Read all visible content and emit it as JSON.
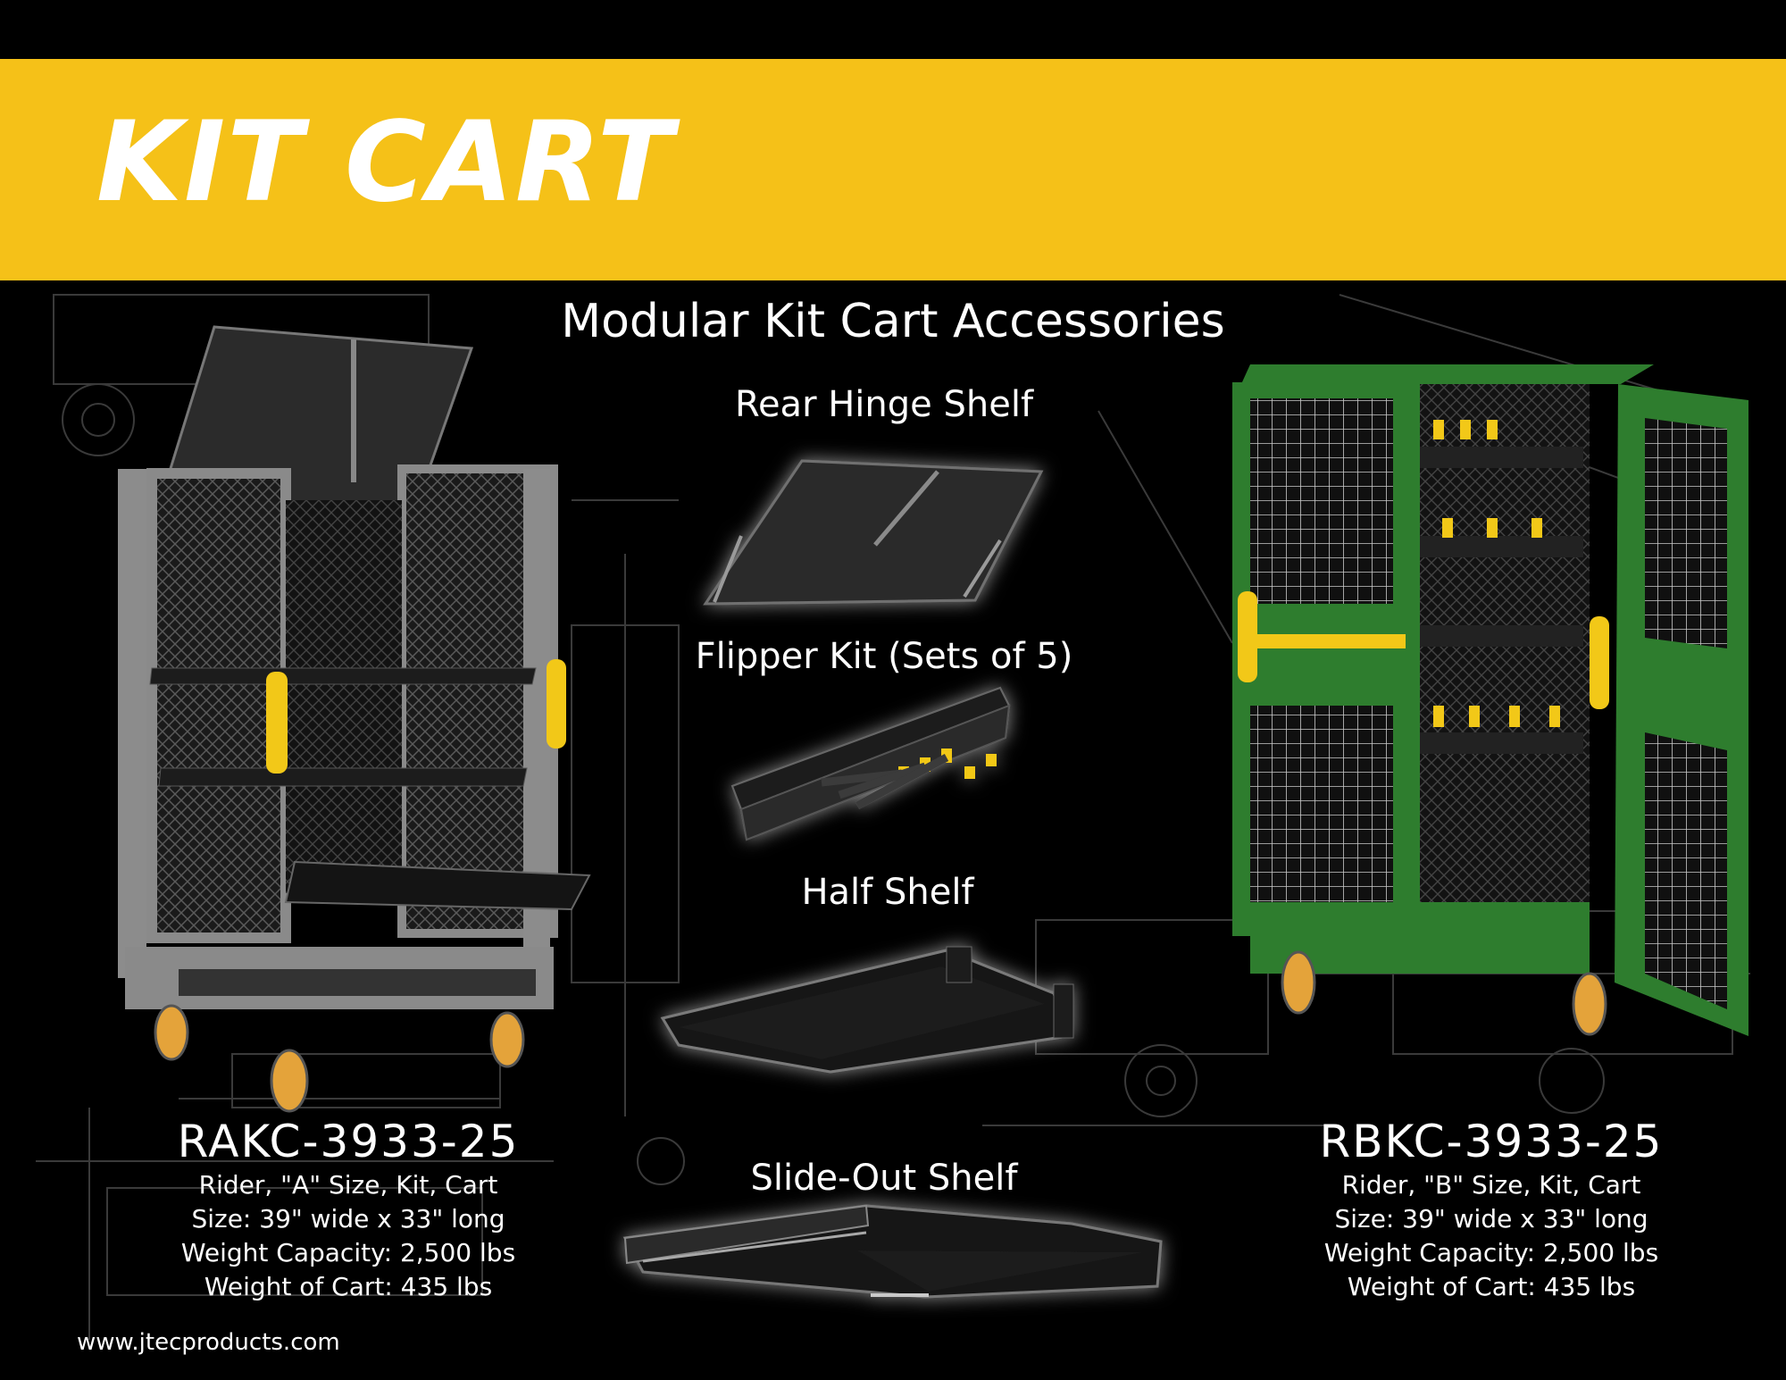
{
  "banner": {
    "title": "KIT CART"
  },
  "section_title": "Modular Kit Cart Accessories",
  "accessories": [
    {
      "label": "Rear Hinge Shelf"
    },
    {
      "label": "Flipper Kit (Sets of 5)"
    },
    {
      "label": "Half Shelf"
    },
    {
      "label": "Slide-Out Shelf"
    }
  ],
  "products": [
    {
      "model": "RAKC-3933-25",
      "specs": [
        "Rider, \"A\" Size, Kit, Cart",
        "Size: 39\" wide x 33\" long",
        "Weight Capacity: 2,500 lbs",
        "Weight of Cart: 435 lbs"
      ],
      "color": "#808080"
    },
    {
      "model": "RBKC-3933-25",
      "specs": [
        "Rider, \"B\" Size, Kit, Cart",
        "Size: 39\" wide x 33\" long",
        "Weight Capacity: 2,500 lbs",
        "Weight of Cart: 435 lbs"
      ],
      "color": "#2e7d2e"
    }
  ],
  "website": "www.jtecproducts.com",
  "colors": {
    "banner": "#f5c118",
    "handle": "#f2c818",
    "wheel": "#e4a33a"
  }
}
